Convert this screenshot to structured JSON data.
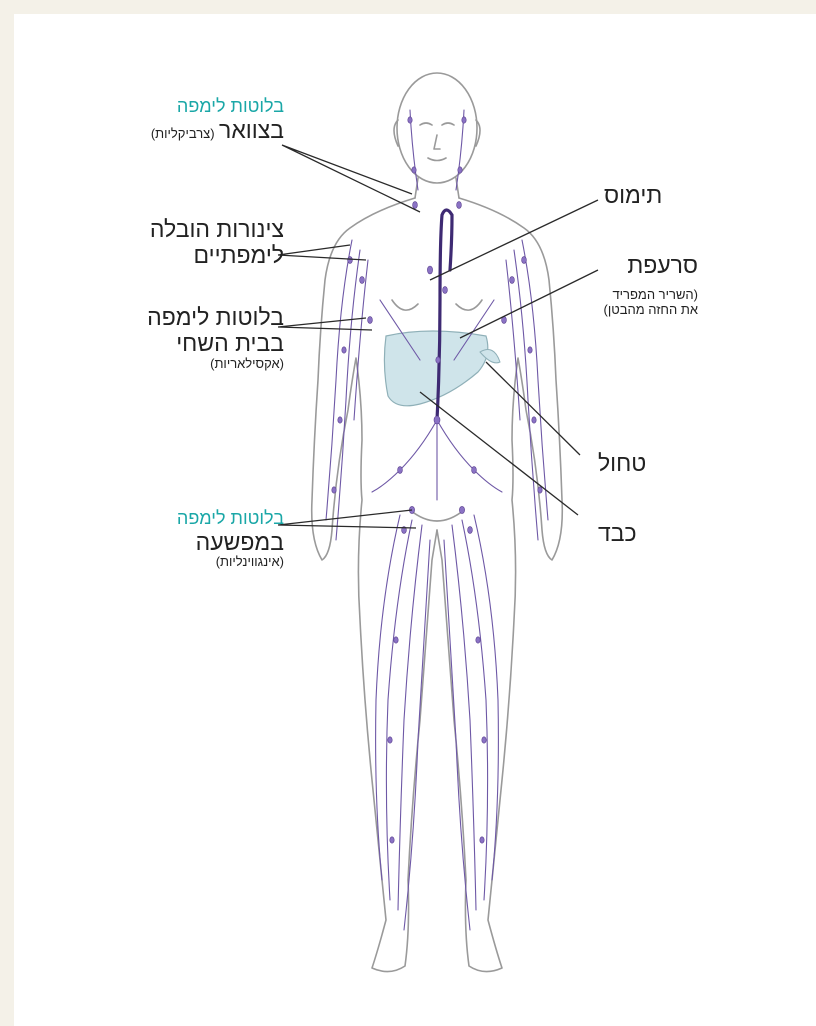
{
  "colors": {
    "background": "#f4f1e8",
    "card": "#ffffff",
    "accent_teal": "#1aa7a7",
    "lymph_vessel": "#5a3f8e",
    "body_outline": "#9a9a9a",
    "liver_fill": "#cfe4ea"
  },
  "labels": {
    "subclavian": {
      "title": "בלוטות לימפה",
      "main": "בצוואר",
      "note": "(צרביקליות)"
    },
    "ducts": {
      "line1": "צינורות הובלה",
      "line2": "לימפתיים"
    },
    "axillary": {
      "line1": "בלוטות לימפה",
      "line2": "בבית השחי",
      "note": "(אקסילאריות)"
    },
    "inguinal": {
      "title": "בלוטות לימפה",
      "main": "במפשעה",
      "note": "(אינגווינליות)"
    },
    "thymus": {
      "main": "תימוס"
    },
    "diaphragm": {
      "main": "סרעפת",
      "note1": "(השריר המפריד",
      "note2": "את החזה מהבטן)"
    },
    "spleen": {
      "main": "טחול"
    },
    "liver": {
      "main": "כבד"
    }
  }
}
